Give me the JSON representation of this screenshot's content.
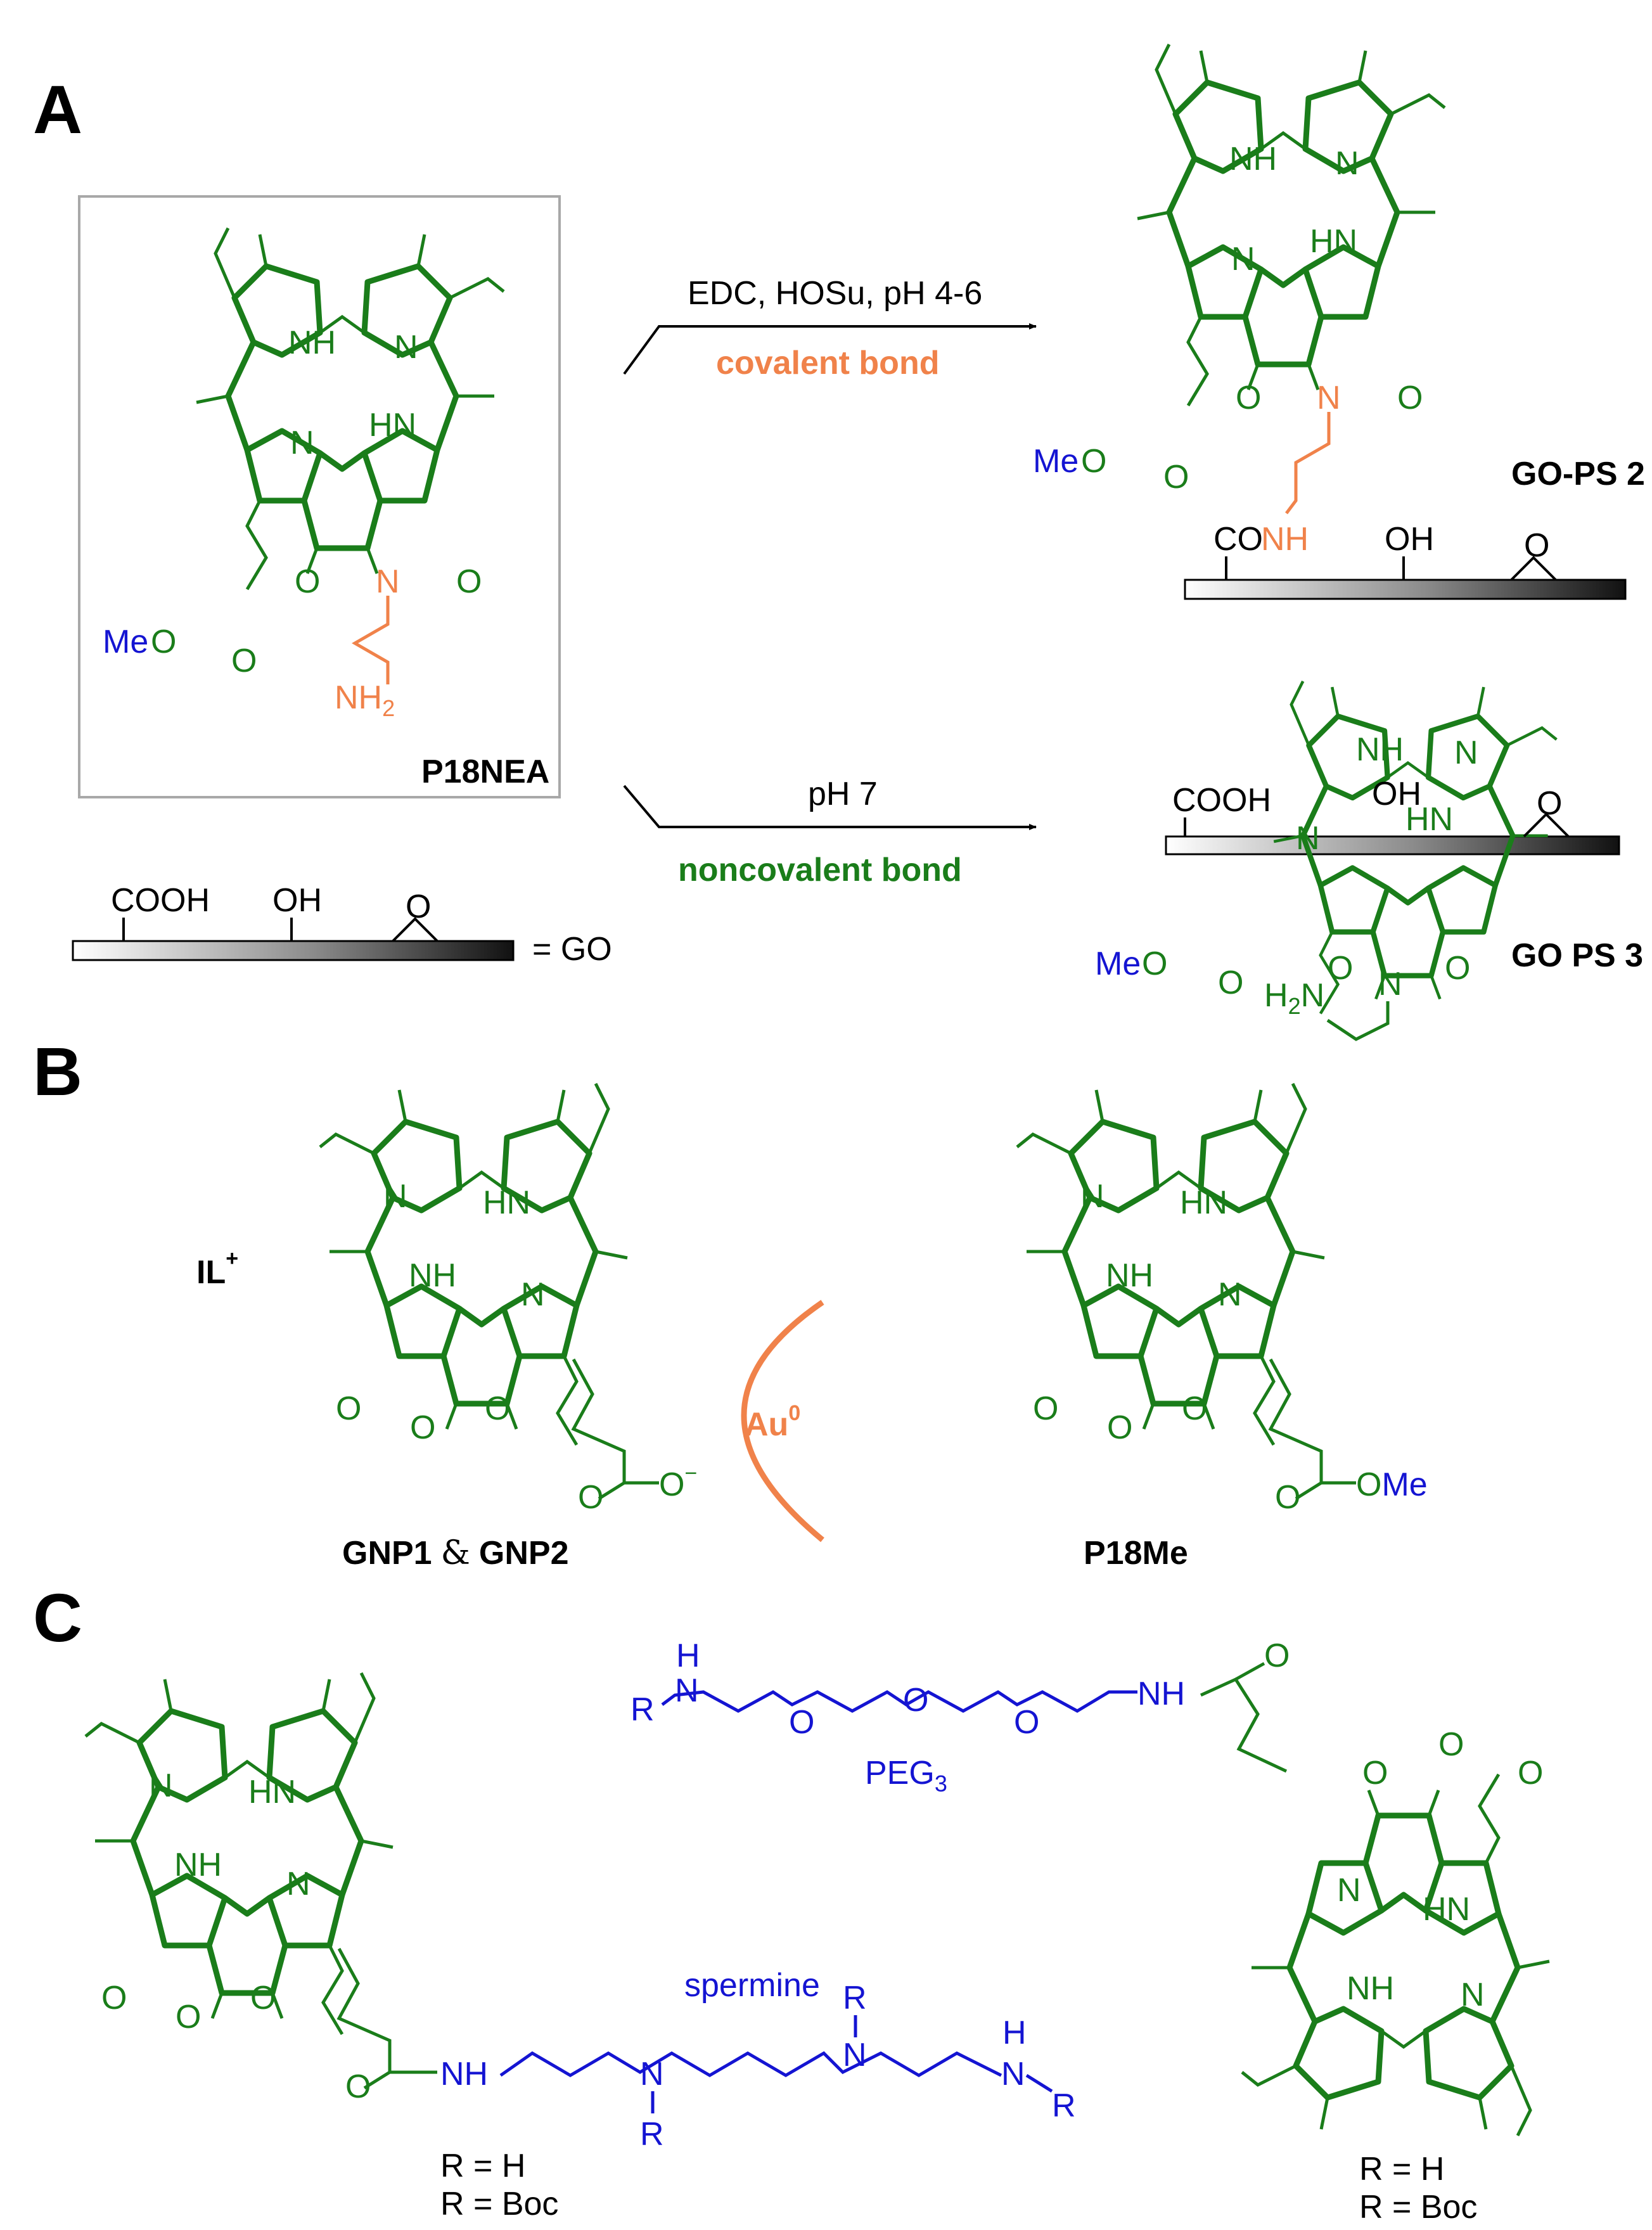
{
  "panels": {
    "a": "A",
    "b": "B",
    "c": "C"
  },
  "colors": {
    "porphyrin": "#1a7d1a",
    "substituent": "#1414d2",
    "linker": "#f0824a",
    "black": "#000000"
  },
  "panel_a": {
    "reagent_top": "EDC, HOSu, pH 4-6",
    "bond_top": "covalent bond",
    "reagent_bottom": "pH 7",
    "bond_bottom": "noncovalent bond",
    "compound_boxed": "P18NEA",
    "product_covalent": "GO-PS 2",
    "product_noncovalent": "GO PS 3",
    "go_legend": "= GO",
    "go_groups": {
      "cooh": "COOH",
      "oh": "OH",
      "co": "CO",
      "nh": "NH"
    },
    "atoms": {
      "nh": "NH",
      "hn": "HN",
      "n": "N",
      "o": "O",
      "meo": "Me",
      "o_ester": "O",
      "nh2_n": "NH",
      "nh2_sub": "2",
      "h2n_h": "H",
      "h2n_sub": "2",
      "h2n_n": "N"
    }
  },
  "panel_b": {
    "counter_ion": "IL",
    "counter_charge": "+",
    "metal": "Au",
    "metal_ox": "0",
    "compound_left_a": "GNP1",
    "amp": "&",
    "compound_left_b": "GNP2",
    "compound_right": "P18Me",
    "anion_charge": "−",
    "ome": "OMe"
  },
  "panel_c": {
    "peg_label": "PEG",
    "peg_sub": "3",
    "spermine_label": "spermine",
    "r": "R",
    "h": "H",
    "nh": "NH",
    "n": "N",
    "o": "O",
    "r_h": "R = H",
    "r_boc": "R = Boc"
  }
}
